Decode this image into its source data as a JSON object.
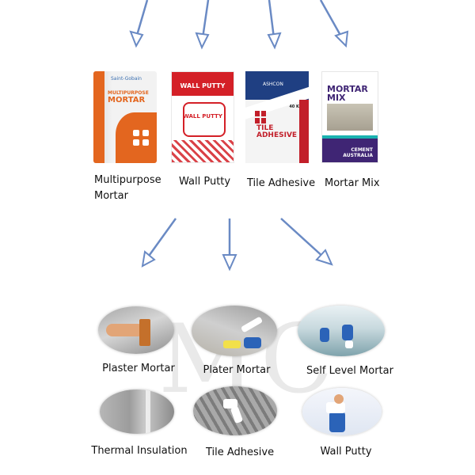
{
  "watermark": "MC",
  "products": [
    {
      "label_line1": "Multipurpose",
      "label_line2": "Mortar"
    },
    {
      "label_line1": "Wall Putty",
      "label_line2": ""
    },
    {
      "label_line1": "Tile Adhesive",
      "label_line2": ""
    },
    {
      "label_line1": "Mortar Mix",
      "label_line2": ""
    }
  ],
  "bag_texts": {
    "b1_brand": "Saint-Gobain",
    "b1_line1": "MULTIPURPOSE",
    "b1_line2": "MORTAR",
    "b2_line1": "WALL PUTTY",
    "b2_line2": "WALL PUTTY",
    "b3_brand": "ASHCON",
    "b3_kg": "40 KG",
    "b3_line1": "TILE ADHESIVE",
    "b4_line1": "MORTAR MIX",
    "b4_brand": "CEMENT AUSTRALIA"
  },
  "applications": [
    {
      "label": "Plaster Mortar"
    },
    {
      "label": "Plater Mortar"
    },
    {
      "label": "Self Level Mortar"
    },
    {
      "label": "Thermal Insulation"
    },
    {
      "label": "Tile Adhesive"
    },
    {
      "label": "Wall Putty"
    }
  ],
  "colors": {
    "arrow": "#6a8ac4",
    "accent_orange": "#e3661f",
    "accent_red": "#d42027",
    "accent_navy": "#1f3f82",
    "accent_purple": "#3f2574"
  }
}
